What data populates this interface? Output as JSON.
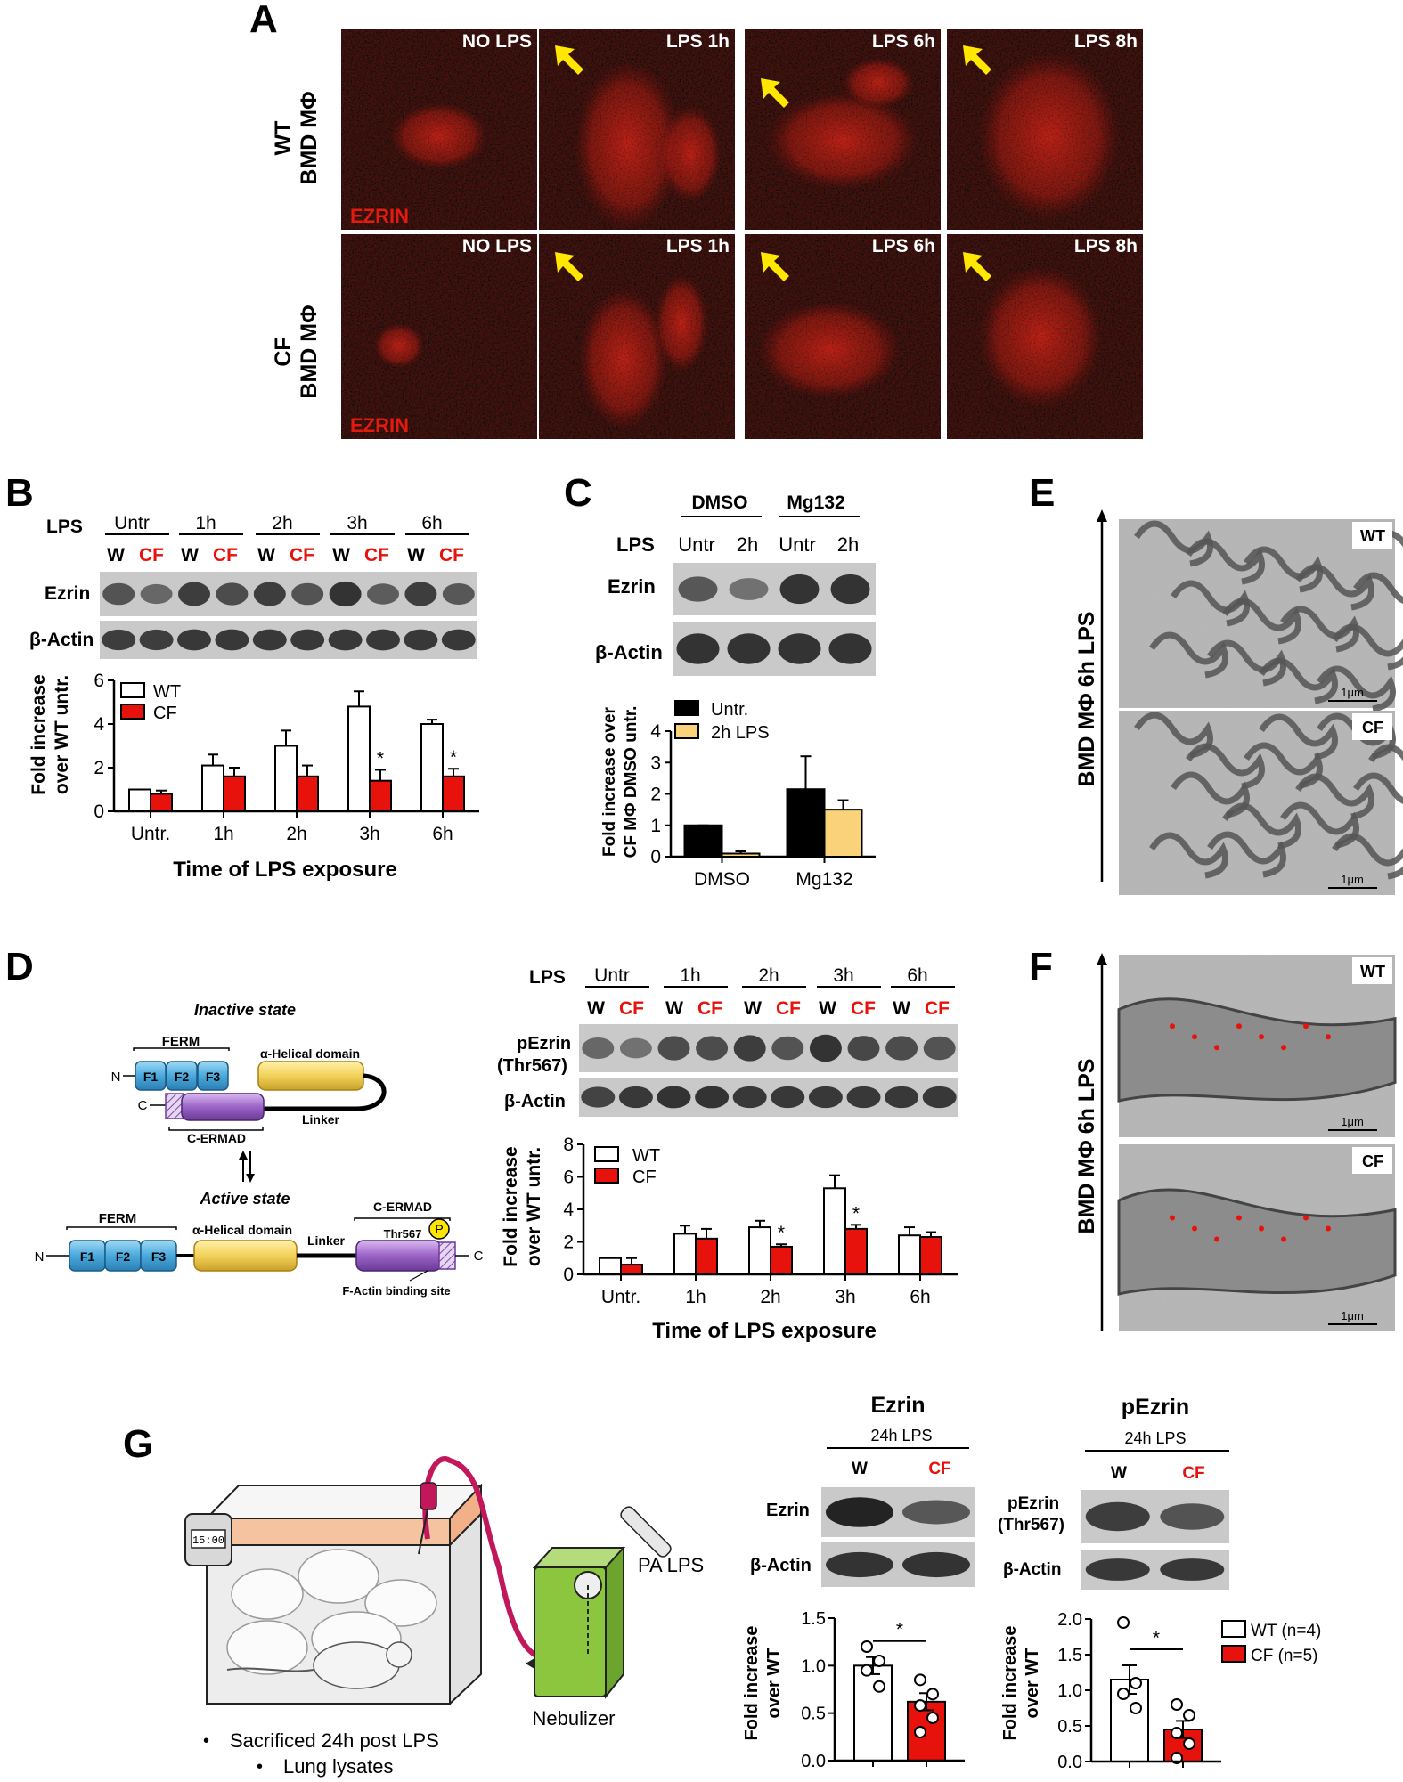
{
  "colors": {
    "red": "#e8120c",
    "yellow_arrow": "#ffe700",
    "gold": "#f9d27a",
    "black": "#000000",
    "white": "#ffffff",
    "micrograph_red": "#e11b0e",
    "blue_domain": "#5fb9e6",
    "yellow_domain": "#f3d15a",
    "purple_domain": "#9b63c6",
    "nebulizer_green": "#8cc63f",
    "tube_pink": "#c2185b"
  },
  "panelA": {
    "letter": "A",
    "wt_label": [
      "WT",
      "BMD MΦ"
    ],
    "cf_label": [
      "CF",
      "BMD MΦ"
    ],
    "stain_label": "EZRIN",
    "wt_titles": [
      "NO LPS",
      "LPS  1h",
      "LPS  6h",
      "LPS  8h"
    ],
    "cf_titles": [
      "NO LPS",
      "LPS  1h",
      "LPS  6h",
      "LPS  8h"
    ]
  },
  "panelB": {
    "letter": "B",
    "lps_label": "LPS",
    "time_groups": [
      "Untr",
      "1h",
      "2h",
      "3h",
      "6h"
    ],
    "lane_labels": [
      "W",
      "CF"
    ],
    "blot_rows": [
      "Ezrin",
      "β-Actin"
    ],
    "ylabel": [
      "Fold increase",
      "over WT untr."
    ],
    "xlabel": "Time of LPS exposure",
    "legend": [
      "WT",
      "CF"
    ],
    "yticks": [
      "0",
      "2",
      "4",
      "6"
    ],
    "sig_mark": "*"
  },
  "panelC": {
    "letter": "C",
    "groups": [
      "DMSO",
      "Mg132"
    ],
    "lps_label": "LPS",
    "lane_labels": [
      "Untr",
      "2h",
      "Untr",
      "2h"
    ],
    "blot_rows": [
      "Ezrin",
      "β-Actin"
    ],
    "ylabel": [
      "Fold increase over",
      "CF MΦ DMSO untr."
    ],
    "legend": [
      "Untr.",
      "2h LPS"
    ],
    "yticks": [
      "0",
      "1",
      "2",
      "3",
      "4"
    ]
  },
  "panelD": {
    "letter": "D",
    "inactive_title": "Inactive state",
    "active_title": "Active state",
    "ferm": "FERM",
    "helical": "α-Helical domain",
    "linker": "Linker",
    "cermad": "C-ERMAD",
    "thr": "Thr567",
    "p_label": "P",
    "factin": "F-Actin binding site",
    "domains": [
      "F1",
      "F2",
      "F3"
    ],
    "n_term": "N",
    "c_term": "C",
    "lps_label": "LPS",
    "time_groups": [
      "Untr",
      "1h",
      "2h",
      "3h",
      "6h"
    ],
    "lane_labels": [
      "W",
      "CF"
    ],
    "blot_rows": [
      "pEzrin",
      "(Thr567)",
      "β-Actin"
    ],
    "ylabel": [
      "Fold increase",
      "over WT untr."
    ],
    "xlabel": "Time of LPS exposure",
    "legend": [
      "WT",
      "CF"
    ],
    "yticks": [
      "0",
      "2",
      "4",
      "6",
      "8"
    ],
    "sig_mark": "*"
  },
  "panelE": {
    "letter": "E",
    "side_label": "BMD MΦ 6h LPS",
    "top_tag": "WT",
    "bottom_tag": "CF",
    "scale": "1μm"
  },
  "panelF": {
    "letter": "F",
    "side_label": "BMD MΦ 6h LPS",
    "top_tag": "WT",
    "bottom_tag": "CF",
    "scale": "1μm"
  },
  "panelG": {
    "letter": "G",
    "timer": "15:00",
    "pa_lps": "PA LPS",
    "nebulizer": "Nebulizer",
    "bullets": [
      "Sacrificed 24h post LPS",
      "Lung lysates"
    ],
    "bullet_mark": "•",
    "ezrin_title": "Ezrin",
    "pezrin_title": "pEzrin",
    "sub_24h": "24h LPS",
    "lanes": [
      "W",
      "CF"
    ],
    "ezrin_rows": [
      "Ezrin",
      "β-Actin"
    ],
    "pezrin_rows": [
      "pEzrin",
      "(Thr567)",
      "β-Actin"
    ],
    "ylabel": [
      "Fold increase",
      "over WT"
    ],
    "ezrin_yticks": [
      "0.0",
      "0.5",
      "1.0",
      "1.5"
    ],
    "pezrin_yticks": [
      "0.0",
      "0.5",
      "1.0",
      "1.5",
      "2.0"
    ],
    "legend": [
      "WT (n=4)",
      "CF (n=5)"
    ],
    "sig_mark": "*"
  },
  "chart_data": [
    {
      "type": "bar",
      "panel": "B",
      "categories": [
        "Untr.",
        "1h",
        "2h",
        "3h",
        "6h"
      ],
      "series": [
        {
          "name": "WT",
          "values": [
            1.0,
            2.1,
            3.0,
            4.8,
            4.0
          ],
          "errors": [
            0.0,
            0.5,
            0.7,
            0.7,
            0.2
          ]
        },
        {
          "name": "CF",
          "values": [
            0.8,
            1.6,
            1.6,
            1.4,
            1.6
          ],
          "errors": [
            0.15,
            0.4,
            0.5,
            0.5,
            0.35
          ]
        }
      ],
      "significant": [
        false,
        false,
        false,
        true,
        true
      ],
      "ylim": [
        0,
        6
      ],
      "xlabel": "Time of LPS exposure",
      "ylabel": "Fold increase over WT untr.",
      "legend": "top-left"
    },
    {
      "type": "bar",
      "panel": "C",
      "categories": [
        "DMSO",
        "Mg132"
      ],
      "series": [
        {
          "name": "Untr.",
          "values": [
            1.0,
            2.15
          ],
          "errors": [
            0.0,
            1.05
          ]
        },
        {
          "name": "2h LPS",
          "values": [
            0.1,
            1.5
          ],
          "errors": [
            0.07,
            0.3
          ]
        }
      ],
      "ylim": [
        0,
        4
      ],
      "ylabel": "Fold increase over CF MΦ DMSO untr.",
      "legend": "top-left"
    },
    {
      "type": "bar",
      "panel": "D",
      "categories": [
        "Untr.",
        "1h",
        "2h",
        "3h",
        "6h"
      ],
      "series": [
        {
          "name": "WT",
          "values": [
            1.0,
            2.5,
            2.9,
            5.3,
            2.4
          ],
          "errors": [
            0.0,
            0.5,
            0.4,
            0.8,
            0.5
          ]
        },
        {
          "name": "CF",
          "values": [
            0.6,
            2.2,
            1.7,
            2.8,
            2.3
          ],
          "errors": [
            0.4,
            0.6,
            0.15,
            0.25,
            0.3
          ]
        }
      ],
      "significant": [
        false,
        false,
        true,
        true,
        false
      ],
      "ylim": [
        0,
        8
      ],
      "xlabel": "Time of LPS exposure",
      "ylabel": "Fold increase over WT untr.",
      "legend": "top-left"
    },
    {
      "type": "bar",
      "panel": "G-Ezrin",
      "categories": [
        "WT (n=4)",
        "CF (n=5)"
      ],
      "values": [
        1.0,
        0.62
      ],
      "errors": [
        0.09,
        0.09
      ],
      "points": [
        [
          1.2,
          1.05,
          0.95,
          0.78
        ],
        [
          0.85,
          0.7,
          0.58,
          0.45,
          0.3
        ]
      ],
      "ylim": [
        0,
        1.5
      ],
      "ylabel": "Fold increase over WT"
    },
    {
      "type": "bar",
      "panel": "G-pEzrin",
      "categories": [
        "WT (n=4)",
        "CF (n=5)"
      ],
      "values": [
        1.15,
        0.45
      ],
      "errors": [
        0.2,
        0.12
      ],
      "points": [
        [
          1.95,
          1.1,
          0.95,
          0.75
        ],
        [
          0.8,
          0.65,
          0.4,
          0.25,
          0.05
        ]
      ],
      "ylim": [
        0,
        2.0
      ],
      "ylabel": "Fold increase over WT"
    }
  ]
}
